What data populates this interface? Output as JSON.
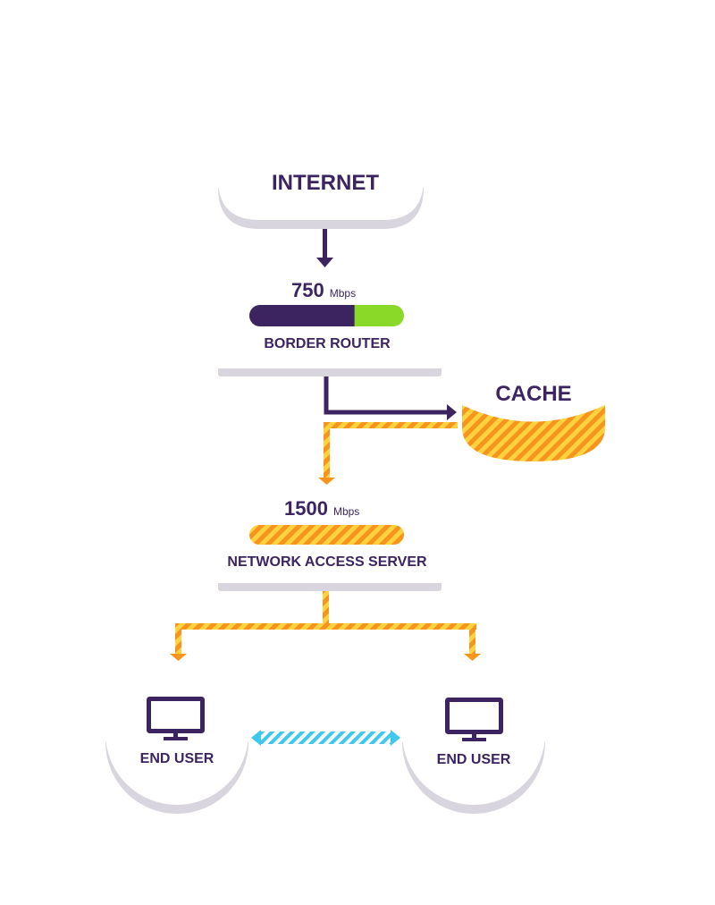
{
  "colors": {
    "primary": "#3b2460",
    "accent_green": "#8ad828",
    "orange": "#f7941d",
    "yellow": "#ffd23f",
    "cyan": "#3ec8f0",
    "shadow": "#d9d5df"
  },
  "internet": {
    "label": "INTERNET"
  },
  "border_router": {
    "speed": "750",
    "unit": "Mbps",
    "label": "BORDER ROUTER",
    "usage_fraction": 0.68
  },
  "cache": {
    "label": "CACHE"
  },
  "nas": {
    "speed": "1500",
    "unit": "Mbps",
    "label": "NETWORK ACCESS SERVER"
  },
  "end_users": [
    {
      "label": "END USER",
      "icon": "monitor-icon"
    },
    {
      "label": "END USER",
      "icon": "monitor-icon"
    }
  ]
}
